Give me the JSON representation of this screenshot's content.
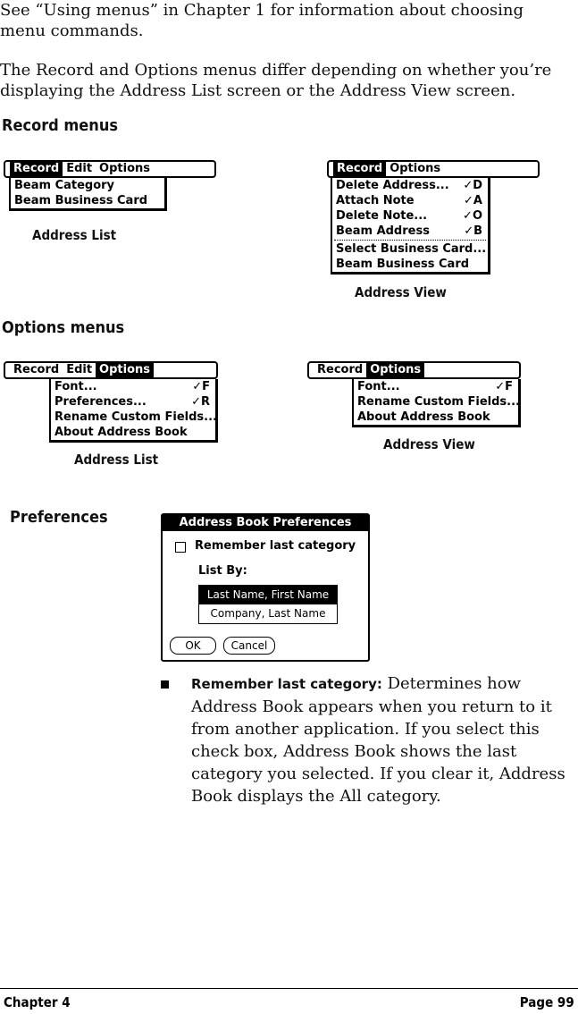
{
  "intro_paragraph_1": "See “Using menus” in Chapter 1 for information about choosing menu commands.",
  "intro_paragraph_2": "The Record and Options menus differ depending on whether you’re displaying the Address List screen or the Address View screen.",
  "record_menus": {
    "heading": "Record menus",
    "list": {
      "caption": "Address List",
      "menubar": [
        "Record",
        "Edit",
        "Options"
      ],
      "items": [
        "Beam Category",
        "Beam Business Card"
      ]
    },
    "view": {
      "caption": "Address View",
      "menubar": [
        "Record",
        "Options"
      ],
      "items": [
        {
          "label": "Delete Address...",
          "shortcut": "✓D"
        },
        {
          "label": "Attach Note",
          "shortcut": "✓A"
        },
        {
          "label": "Delete Note...",
          "shortcut": "✓O"
        },
        {
          "label": "Beam Address",
          "shortcut": "✓B"
        }
      ],
      "items_after_separator": [
        "Select Business Card...",
        "Beam Business Card"
      ]
    }
  },
  "options_menus": {
    "heading": "Options menus",
    "list": {
      "caption": "Address List",
      "menubar": [
        "Record",
        "Edit",
        "Options"
      ],
      "items": [
        {
          "label": "Font...",
          "shortcut": "✓F"
        },
        {
          "label": "Preferences...",
          "shortcut": "✓R"
        },
        {
          "label": "Rename Custom Fields...",
          "shortcut": ""
        },
        {
          "label": "About Address Book",
          "shortcut": ""
        }
      ]
    },
    "view": {
      "caption": "Address View",
      "menubar": [
        "Record",
        "Options"
      ],
      "items": [
        {
          "label": "Font...",
          "shortcut": "✓F"
        },
        {
          "label": "Rename Custom Fields...",
          "shortcut": ""
        },
        {
          "label": "About Address Book",
          "shortcut": ""
        }
      ]
    }
  },
  "preferences": {
    "heading": "Preferences",
    "dialog": {
      "title": "Address Book Preferences",
      "checkbox_label": "Remember last category",
      "list_by_label": "List By:",
      "list_options": [
        "Last Name, First Name",
        "Company, Last Name"
      ],
      "selected_index": 0,
      "ok_label": "OK",
      "cancel_label": "Cancel"
    },
    "bullet": {
      "term": "Remember last category:",
      "text": " Determines how Address Book appears when you return to it from another application. If you select this check box, Address Book shows the last category you selected. If you clear it, Address Book displays the All category."
    }
  },
  "footer": {
    "chapter": "Chapter 4",
    "page": "Page 99"
  }
}
